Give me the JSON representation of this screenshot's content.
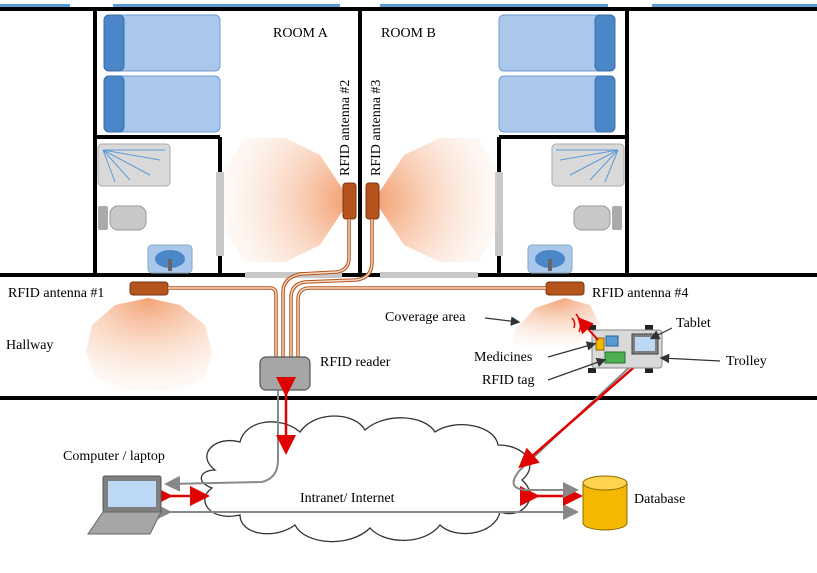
{
  "labels": {
    "room_a": "ROOM A",
    "room_b": "ROOM B",
    "antenna_1": "RFID antenna #1",
    "antenna_2": "RFID antenna #2",
    "antenna_3": "RFID antenna #3",
    "antenna_4": "RFID antenna #4",
    "hallway": "Hallway",
    "coverage_area": "Coverage area",
    "rfid_reader": "RFID reader",
    "tablet": "Tablet",
    "medicines": "Medicines",
    "trolley": "Trolley",
    "rfid_tag": "RFID tag",
    "computer": "Computer / laptop",
    "network": "Intranet/ Internet",
    "database": "Database"
  },
  "colors": {
    "wall": "#000000",
    "bed_fill": "#a9c8ec",
    "bed_pillow": "#4a86c8",
    "bath_fixture": "#c8c8c8",
    "sink": "#4a86c8",
    "antenna": "#b5541c",
    "coverage": "#f0a070",
    "cable": "#b5541c",
    "reader": "#a6a6a6",
    "link_arrow": "#e00000",
    "cloud_stroke": "#333333",
    "database": "#f5b800"
  }
}
